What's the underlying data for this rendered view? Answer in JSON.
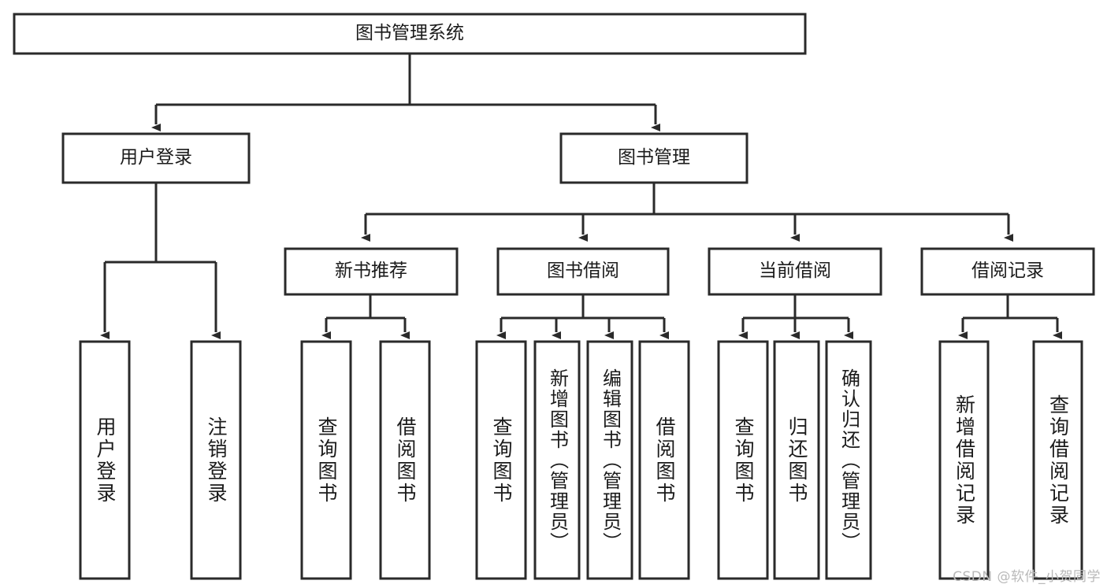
{
  "diagram": {
    "type": "tree",
    "title": "图书管理系统",
    "watermark": "CSDN @软件_小贺同学",
    "colors": {
      "stroke": "#2a2a2a",
      "fill": "#ffffff",
      "text": "#1b1b1b",
      "watermark": "#b9b9b9"
    },
    "levels": {
      "root": {
        "label": "图书管理系统"
      },
      "level2": [
        {
          "label": "用户登录"
        },
        {
          "label": "图书管理"
        }
      ],
      "level3": [
        {
          "label": "新书推荐"
        },
        {
          "label": "图书借阅"
        },
        {
          "label": "当前借阅"
        },
        {
          "label": "借阅记录"
        }
      ],
      "leaves": {
        "user_login": [
          {
            "label": "用户登录"
          },
          {
            "label": "注销登录"
          }
        ],
        "new_book_recommend": [
          {
            "label": "查询图书"
          },
          {
            "label": "借阅图书"
          }
        ],
        "book_borrow": [
          {
            "label": "查询图书"
          },
          {
            "label": "新增图书（管理员）"
          },
          {
            "label": "编辑图书（管理员）"
          },
          {
            "label": "借阅图书"
          }
        ],
        "current_borrow": [
          {
            "label": "查询图书"
          },
          {
            "label": "归还图书"
          },
          {
            "label": "确认归还（管理员）"
          }
        ],
        "borrow_record": [
          {
            "label": "新增借阅记录"
          },
          {
            "label": "查询借阅记录"
          }
        ]
      }
    }
  }
}
